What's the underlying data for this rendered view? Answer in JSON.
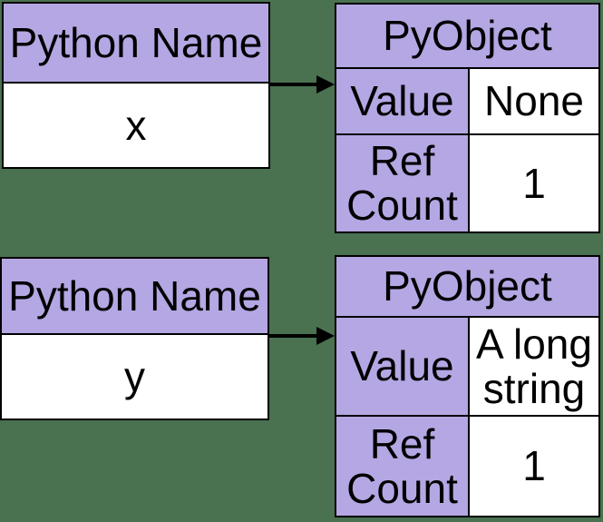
{
  "colors": {
    "bg": "#4a7150",
    "purple": "#b5a7e3",
    "white": "#ffffff",
    "ink": "#000000"
  },
  "top": {
    "name_box": {
      "header": "Python Name",
      "value": "x"
    },
    "pyobject": {
      "title": "PyObject",
      "rows": [
        {
          "label": "Value",
          "value": "None"
        },
        {
          "label": "Ref Count",
          "value": "1"
        }
      ]
    }
  },
  "bottom": {
    "name_box": {
      "header": "Python Name",
      "value": "y"
    },
    "pyobject": {
      "title": "PyObject",
      "rows": [
        {
          "label": "Value",
          "value": "A long string"
        },
        {
          "label": "Ref Count",
          "value": "1"
        }
      ]
    }
  }
}
